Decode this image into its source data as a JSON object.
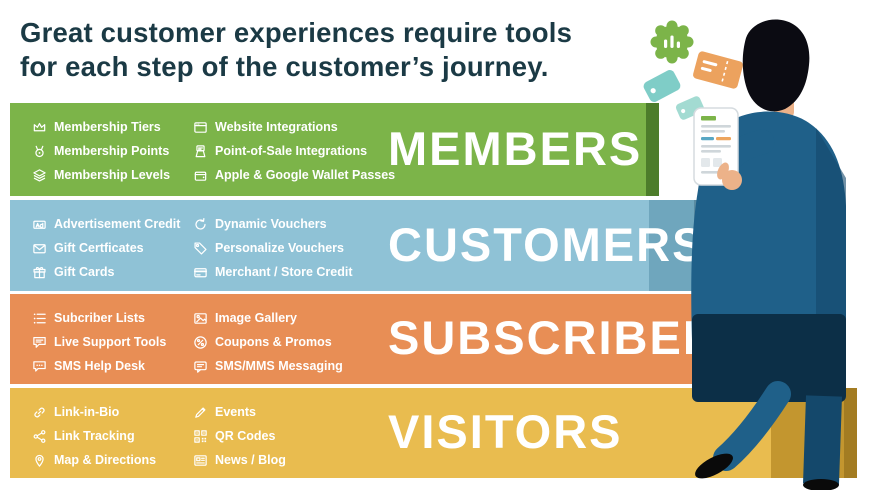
{
  "title": {
    "line1": "Great customer experiences require tools",
    "line2": "for each step of the customer’s journey.",
    "color": "#1b3a45"
  },
  "bands": [
    {
      "name": "members",
      "label": "MEMBERS",
      "color": "#7cb449",
      "shade_color": "#639539",
      "edge_color": "#4d7d2b",
      "col1": [
        {
          "icon": "crown-icon",
          "label": "Membership Tiers"
        },
        {
          "icon": "membership-points-icon",
          "label": "Membership Points"
        },
        {
          "icon": "layers-icon",
          "label": "Membership Levels"
        }
      ],
      "col2": [
        {
          "icon": "website-icon",
          "label": "Website Integrations"
        },
        {
          "icon": "pos-icon",
          "label": "Point-of-Sale Integrations"
        },
        {
          "icon": "wallet-icon",
          "label": "Apple & Google Wallet Passes"
        }
      ]
    },
    {
      "name": "customers",
      "label": "CUSTOMERS",
      "color": "#8fc2d6",
      "shade_color": "#6fa6bd",
      "edge_color": "#5a8ba1",
      "col1": [
        {
          "icon": "ad-credit-icon",
          "label": "Advertisement Credit"
        },
        {
          "icon": "gift-certificate-icon",
          "label": "Gift Certficates"
        },
        {
          "icon": "gift-card-icon",
          "label": "Gift Cards"
        }
      ],
      "col2": [
        {
          "icon": "dynamic-voucher-icon",
          "label": "Dynamic Vouchers"
        },
        {
          "icon": "personalize-voucher-icon",
          "label": "Personalize Vouchers"
        },
        {
          "icon": "store-credit-icon",
          "label": "Merchant / Store Credit"
        }
      ]
    },
    {
      "name": "subscribers",
      "label": "SUBSCRIBERS",
      "color": "#e88e55",
      "shade_color": "#c46f3d",
      "edge_color": "#a05628",
      "col1": [
        {
          "icon": "subscriber-list-icon",
          "label": "Subcriber Lists"
        },
        {
          "icon": "live-support-icon",
          "label": "Live Support Tools"
        },
        {
          "icon": "sms-help-icon",
          "label": "SMS Help Desk"
        }
      ],
      "col2": [
        {
          "icon": "image-gallery-icon",
          "label": "Image Gallery"
        },
        {
          "icon": "coupons-icon",
          "label": "Coupons & Promos"
        },
        {
          "icon": "sms-mms-icon",
          "label": "SMS/MMS Messaging"
        }
      ]
    },
    {
      "name": "visitors",
      "label": "VISITORS",
      "color": "#e9bc4f",
      "shade_color": "#c3962f",
      "edge_color": "#a37c22",
      "col1": [
        {
          "icon": "link-in-bio-icon",
          "label": "Link-in-Bio"
        },
        {
          "icon": "link-tracking-icon",
          "label": "Link Tracking"
        },
        {
          "icon": "map-directions-icon",
          "label": "Map & Directions"
        }
      ],
      "col2": [
        {
          "icon": "events-icon",
          "label": "Events"
        },
        {
          "icon": "qr-codes-icon",
          "label": "QR Codes"
        },
        {
          "icon": "news-blog-icon",
          "label": "News / Blog"
        }
      ]
    }
  ],
  "illustration": {
    "figure": "man-in-suit-holding-smartphone",
    "floating_icons": [
      "reward-badge-icon",
      "price-tags-icon",
      "ticket-icon"
    ],
    "colors": {
      "suit": "#1f6089",
      "suit_dark": "#14486b",
      "suit_darkest": "#0c2f47",
      "hair": "#0b0b12",
      "skin": "#ecb289",
      "shoe": "#0a0a0a",
      "badge": "#7cb449",
      "tag1": "#7fcdc7",
      "tag2": "#a3dbd2",
      "ticket": "#eca25e",
      "phone_body": "#ffffff",
      "phone_border": "#d5dbdf"
    }
  }
}
